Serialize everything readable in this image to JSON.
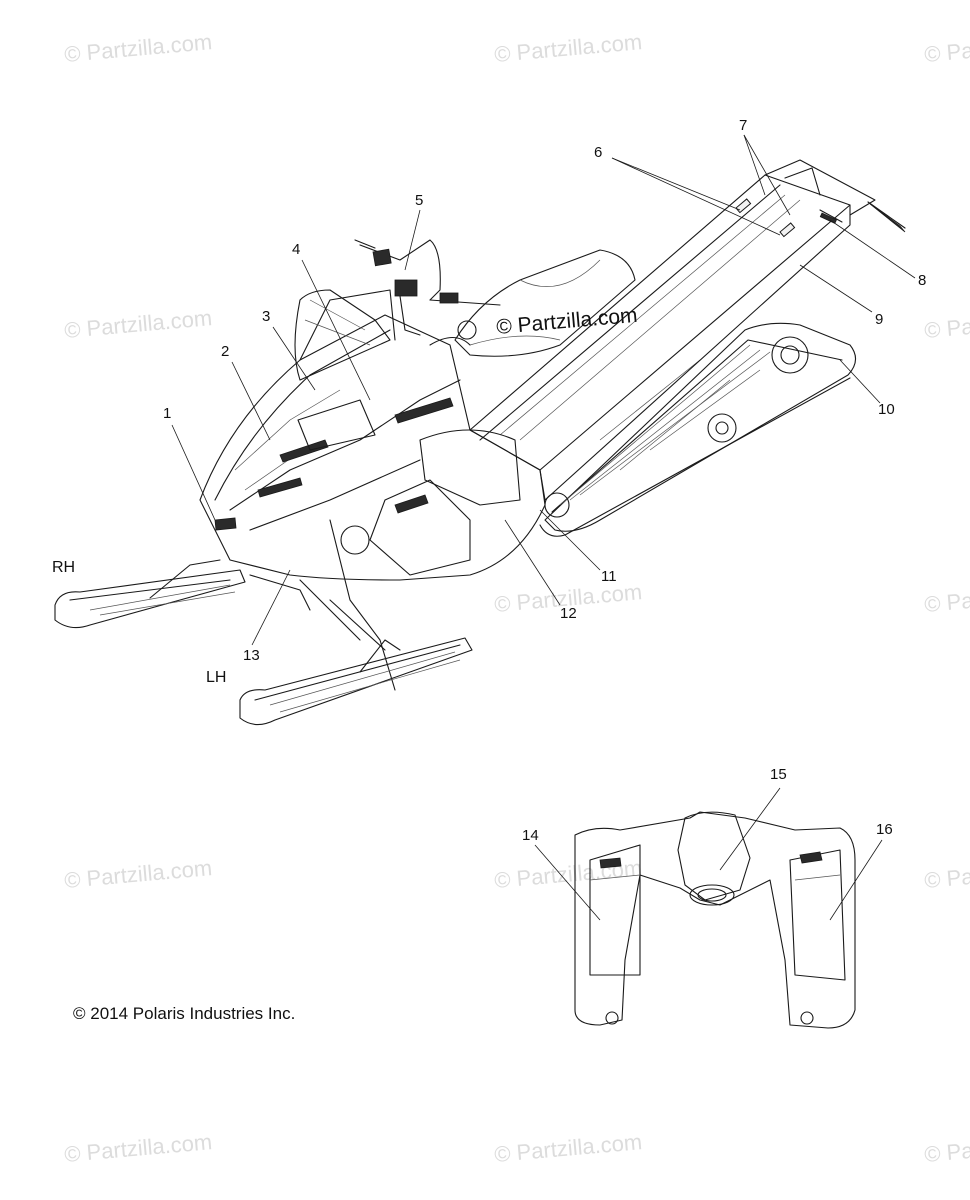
{
  "watermark": {
    "text": "© Partzilla.com",
    "color": "#dcdcdc"
  },
  "center_watermark": "© Partzilla.com",
  "copyright": "© 2014 Polaris Industries Inc.",
  "side_labels": {
    "right": "RH",
    "left": "LH"
  },
  "callouts": [
    "1",
    "2",
    "3",
    "4",
    "5",
    "6",
    "7",
    "8",
    "9",
    "10",
    "11",
    "12",
    "13",
    "14",
    "15",
    "16"
  ]
}
